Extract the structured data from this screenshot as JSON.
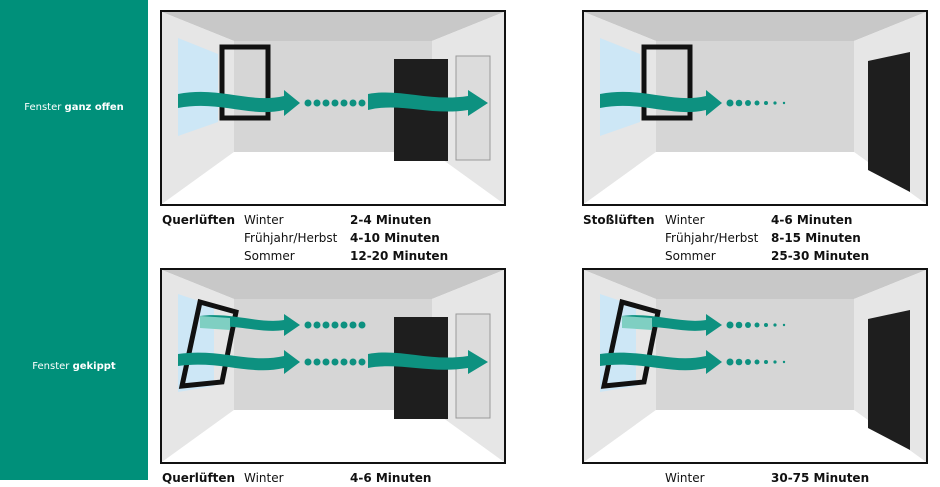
{
  "rows": [
    {
      "label_pre": "Fenster ",
      "label_bold": "ganz offen"
    },
    {
      "label_pre": "Fenster ",
      "label_bold": "gekippt"
    }
  ],
  "legends": [
    {
      "heading": "Querlüften",
      "entries": [
        {
          "season": "Winter",
          "time": "2-4 Minuten"
        },
        {
          "season": "Frühjahr/Herbst",
          "time": "4-10 Minuten"
        },
        {
          "season": "Sommer",
          "time": "12-20 Minuten"
        }
      ]
    },
    {
      "heading": "Stoßlüften",
      "entries": [
        {
          "season": "Winter",
          "time": "4-6 Minuten"
        },
        {
          "season": "Frühjahr/Herbst",
          "time": "8-15 Minuten"
        },
        {
          "season": "Sommer",
          "time": "25-30 Minuten"
        }
      ]
    },
    {
      "heading": "Querlüften",
      "entries": [
        {
          "season": "Winter",
          "time": "4-6 Minuten"
        }
      ]
    },
    {
      "heading": "",
      "entries": [
        {
          "season": "Winter",
          "time": "30-75 Minuten"
        }
      ]
    }
  ],
  "colors": {
    "accent": "#00907a",
    "arrow": "#0d9180",
    "arrow_light": "#7fcfc2",
    "glass": "#cde7f6",
    "door": "#1e1e1e"
  }
}
